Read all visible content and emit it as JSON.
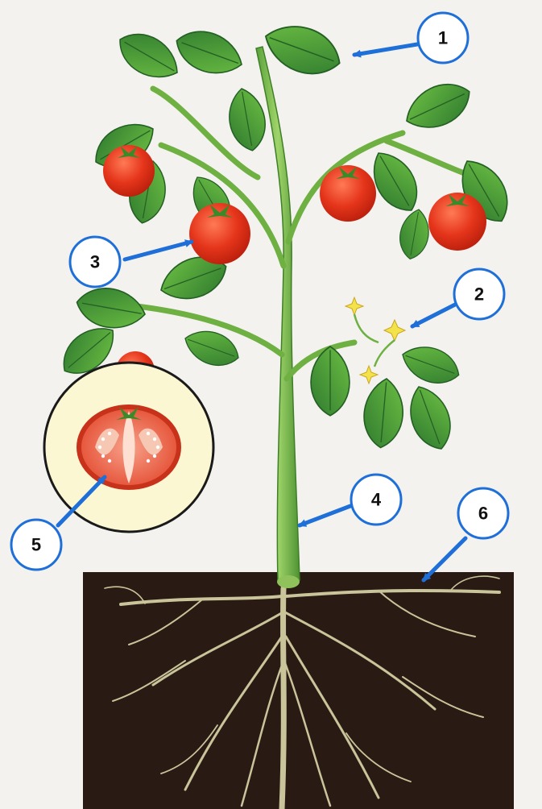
{
  "colors": {
    "arrow": "#1f6fd8",
    "callout_stroke": "#1f6fd8",
    "callout_fill": "#ffffff",
    "leaf_dark": "#2f7a2f",
    "leaf_light": "#6cbf43",
    "stem": "#7cc04e",
    "tomato": "#e5351b",
    "soil": "#2a1a14",
    "root": "#c9c49a",
    "flower": "#f3e24a",
    "inset_fill": "#fbf7d2"
  },
  "callouts": [
    {
      "number": "1",
      "part": "leaf"
    },
    {
      "number": "2",
      "part": "flower"
    },
    {
      "number": "3",
      "part": "fruit"
    },
    {
      "number": "4",
      "part": "stem"
    },
    {
      "number": "5",
      "part": "seed"
    },
    {
      "number": "6",
      "part": "root"
    }
  ]
}
